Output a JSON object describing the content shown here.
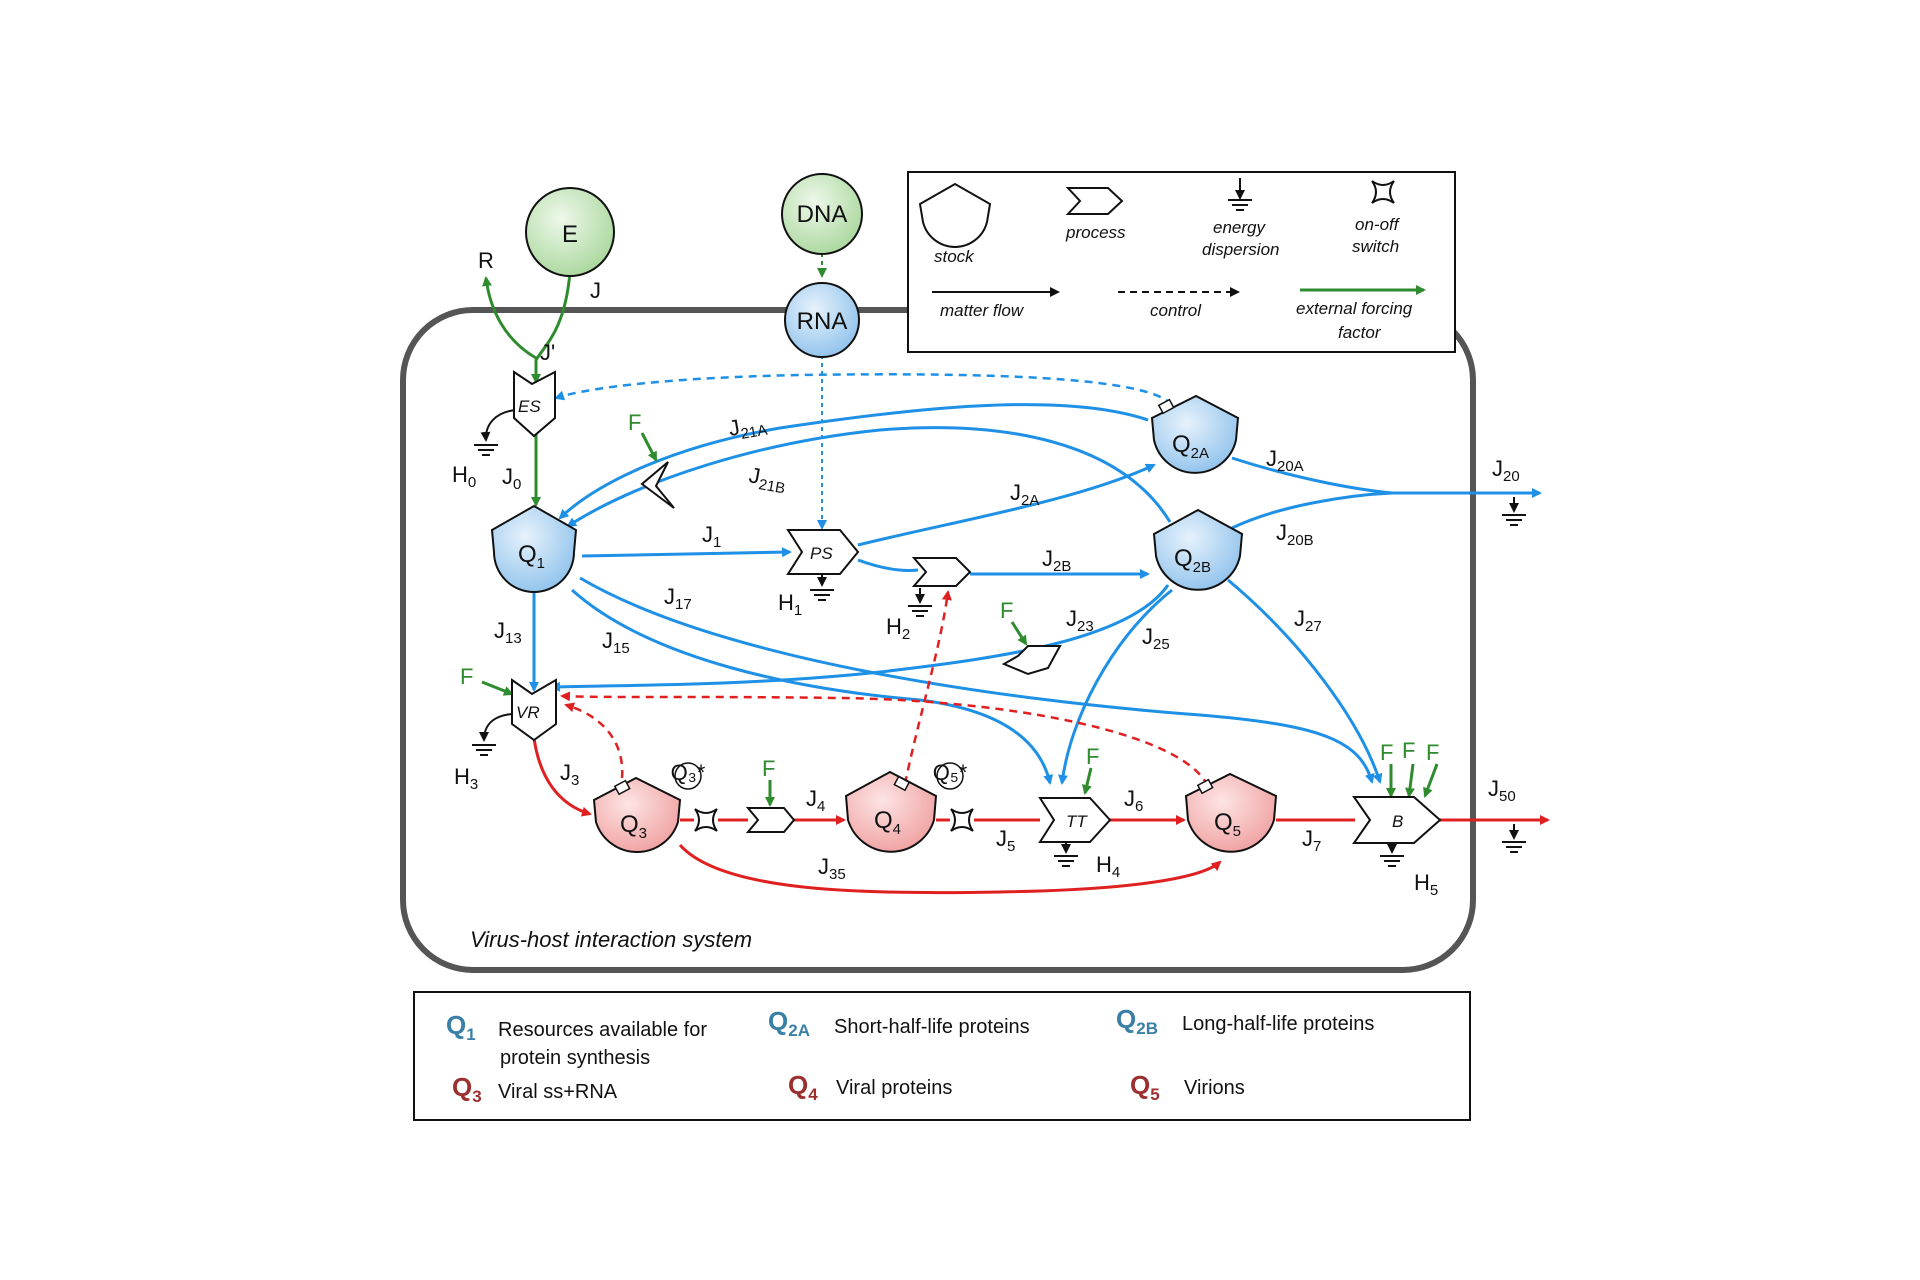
{
  "nodes": {
    "E": "E",
    "DNA": "DNA",
    "RNA": "RNA",
    "Q1": {
      "base": "Q",
      "sub": "1"
    },
    "Q2A": {
      "base": "Q",
      "sub": "2A"
    },
    "Q2B": {
      "base": "Q",
      "sub": "2B"
    },
    "Q3": {
      "base": "Q",
      "sub": "3"
    },
    "Q4": {
      "base": "Q",
      "sub": "4"
    },
    "Q5": {
      "base": "Q",
      "sub": "5"
    },
    "Q3star": "Q₃*",
    "Q5star": "Q₅*"
  },
  "processes": {
    "ES": "ES",
    "PS": "PS",
    "VR": "VR",
    "TT": "TT",
    "B": "B"
  },
  "flows": {
    "R": "R",
    "J": "J",
    "Jprime": "J'",
    "J0": {
      "base": "J",
      "sub": "0"
    },
    "J1": {
      "base": "J",
      "sub": "1"
    },
    "J2A": {
      "base": "J",
      "sub": "2A"
    },
    "J2B": {
      "base": "J",
      "sub": "2B"
    },
    "J3": {
      "base": "J",
      "sub": "3"
    },
    "J4": {
      "base": "J",
      "sub": "4"
    },
    "J5": {
      "base": "J",
      "sub": "5"
    },
    "J6": {
      "base": "J",
      "sub": "6"
    },
    "J7": {
      "base": "J",
      "sub": "7"
    },
    "J13": {
      "base": "J",
      "sub": "13"
    },
    "J15": {
      "base": "J",
      "sub": "15"
    },
    "J17": {
      "base": "J",
      "sub": "17"
    },
    "J20": {
      "base": "J",
      "sub": "20"
    },
    "J20A": {
      "base": "J",
      "sub": "20A"
    },
    "J20B": {
      "base": "J",
      "sub": "20B"
    },
    "J21A": {
      "base": "J",
      "sub": "21A"
    },
    "J21B": {
      "base": "J",
      "sub": "21B"
    },
    "J23": {
      "base": "J",
      "sub": "23"
    },
    "J25": {
      "base": "J",
      "sub": "25"
    },
    "J27": {
      "base": "J",
      "sub": "27"
    },
    "J35": {
      "base": "J",
      "sub": "35"
    },
    "J50": {
      "base": "J",
      "sub": "50"
    }
  },
  "heats": {
    "H0": {
      "base": "H",
      "sub": "0"
    },
    "H1": {
      "base": "H",
      "sub": "1"
    },
    "H2": {
      "base": "H",
      "sub": "2"
    },
    "H3": {
      "base": "H",
      "sub": "3"
    },
    "H4": {
      "base": "H",
      "sub": "4"
    },
    "H5": {
      "base": "H",
      "sub": "5"
    }
  },
  "forcing": "F",
  "system_label": "Virus-host interaction system",
  "legend": {
    "stock": "stock",
    "process": "process",
    "energy_line1": "energy",
    "energy_line2": "dispersion",
    "switch_line1": "on-off",
    "switch_line2": "switch",
    "matter_flow": "matter flow",
    "control": "control",
    "external_line1": "external forcing",
    "external_line2": "factor"
  },
  "key": {
    "q1": {
      "base": "Q",
      "sub": "1",
      "line1": "Resources available for",
      "line2": "protein synthesis"
    },
    "q2a": {
      "base": "Q",
      "sub": "2A",
      "desc": "Short-half-life proteins"
    },
    "q2b": {
      "base": "Q",
      "sub": "2B",
      "desc": "Long-half-life proteins"
    },
    "q3": {
      "base": "Q",
      "sub": "3",
      "desc": "Viral ss+RNA"
    },
    "q4": {
      "base": "Q",
      "sub": "4",
      "desc": "Viral proteins"
    },
    "q5": {
      "base": "Q",
      "sub": "5",
      "desc": "Virions"
    }
  },
  "colors": {
    "blue_flow": "#1e90e6",
    "red_flow": "#e02020",
    "green_flow": "#2e8b2e",
    "blue_fill": "#bcdcf5",
    "red_fill": "#f6c1c1",
    "green_fill": "#cfe9c8"
  }
}
